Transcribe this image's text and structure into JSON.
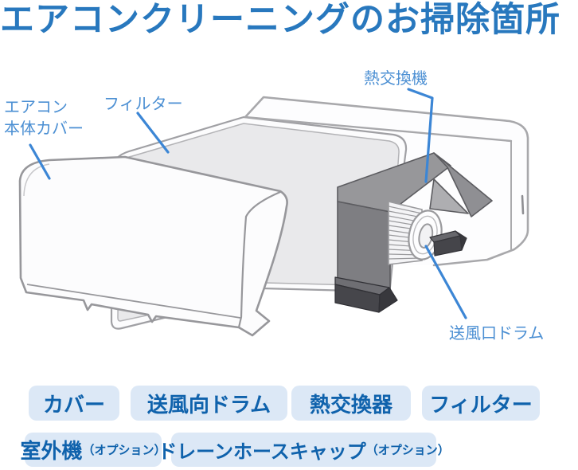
{
  "title": "エアコンクリーニングのお掃除箇所",
  "colors": {
    "title_blue": "#2878be",
    "label_blue": "#4b8fd3",
    "leader_blue": "#3c86d5",
    "badge_bg": "#dce8f6",
    "badge_text": "#0f62ac",
    "outline_gray": "#a0a0a4",
    "filter_fill": "#e9e9eb",
    "heat_exchanger_gray": "#8f8f93",
    "louver_dark": "#46464b"
  },
  "diagram": {
    "labels": {
      "cover": {
        "line1": "エアコン",
        "line2": "本体カバー"
      },
      "filter": "フィルター",
      "heat_exchanger": "熱交換機",
      "blower_drum": "送風口ドラム"
    }
  },
  "badges": {
    "row1": [
      {
        "label": "カバー"
      },
      {
        "label": "送風向ドラム"
      },
      {
        "label": "熱交換器"
      },
      {
        "label": "フィルター"
      }
    ],
    "row2": [
      {
        "label": "室外機",
        "suffix": "（オプション）"
      },
      {
        "label": "ドレーンホースキャップ",
        "suffix": "（オプション）"
      }
    ]
  }
}
